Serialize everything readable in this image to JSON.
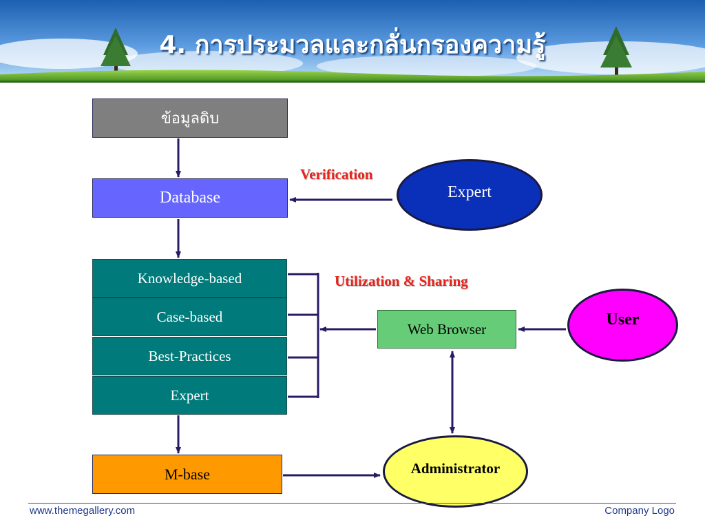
{
  "title": "4. การประมวลและกลั่นกรองความรู้",
  "nodes": {
    "raw_data": "ข้อมูลดิบ",
    "database": "Database",
    "knowledge_stack": [
      "Knowledge-based",
      "Case-based",
      "Best-Practices",
      "Expert"
    ],
    "m_base": "M-base",
    "web_browser": "Web Browser",
    "expert": "Expert",
    "user": "User",
    "administrator": "Administrator"
  },
  "labels": {
    "verification": "Verification",
    "utilization": "Utilization & Sharing"
  },
  "footer": {
    "left": "www.themegallery.com",
    "right": "Company Logo"
  },
  "colors": {
    "raw_data": "#7f7f7f",
    "database": "#6666ff",
    "knowledge": "#007a7a",
    "m_base": "#ff9900",
    "web_browser": "#66cc77",
    "expert": "#0a2fb8",
    "user": "#ff00ff",
    "administrator": "#ffff66",
    "arrows": "#2a1a66",
    "label_text": "#e8231c"
  }
}
